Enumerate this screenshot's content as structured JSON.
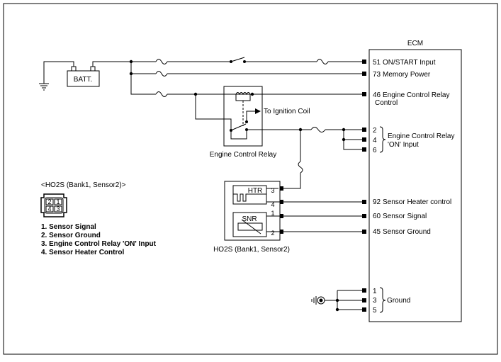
{
  "components": {
    "battery": "BATT.",
    "ecm": "ECM",
    "relay": "Engine Control Relay",
    "sensor": "HO2S (Bank1, Sensor2)",
    "htr": "HTR",
    "snr": "SNR",
    "ignition": "To Ignition Coil"
  },
  "sensor_pins": {
    "htr_top": "3",
    "htr_bottom": "4",
    "snr_top": "1",
    "snr_bottom": "2"
  },
  "ecm_inputs": [
    {
      "pin": "51",
      "label": "ON/START Input"
    },
    {
      "pin": "73",
      "label": "Memory Power"
    },
    {
      "pin": "46",
      "label": "Engine Control Relay"
    },
    {
      "pin": "92",
      "label": "Sensor Heater control"
    },
    {
      "pin": "60",
      "label": "Sensor Signal"
    },
    {
      "pin": "45",
      "label": "Sensor Ground"
    }
  ],
  "ecm_relay_label_line2": "Control",
  "relay_on_group": {
    "pins": [
      "2",
      "4",
      "6"
    ],
    "label_line1": "Engine Control Relay",
    "label_line2": "'ON' Input"
  },
  "ground_group": {
    "pins": [
      "1",
      "3",
      "5"
    ],
    "label": "Ground"
  },
  "connector": {
    "title": "<HO2S (Bank1, Sensor2)>",
    "pins": [
      "2",
      "1",
      "4",
      "3"
    ],
    "legend": [
      "1. Sensor Signal",
      "2. Sensor Ground",
      "3. Engine Control Relay 'ON' Input",
      "4. Sensor Heater Control"
    ]
  }
}
